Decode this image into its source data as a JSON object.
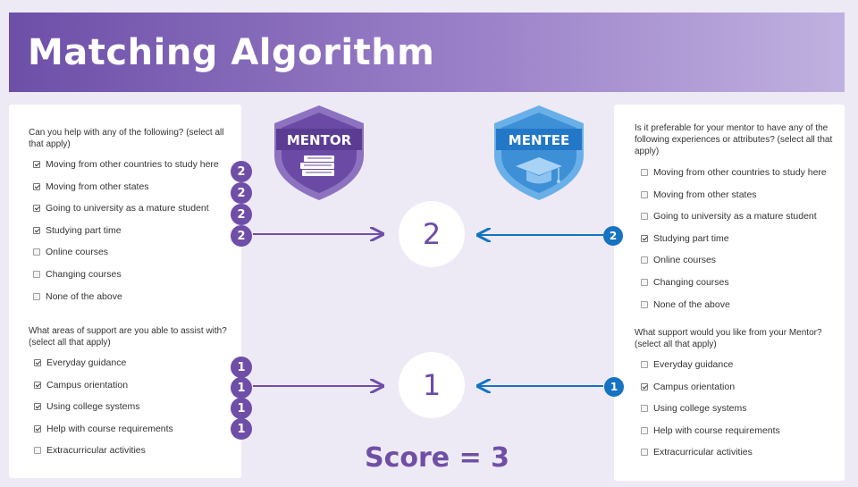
{
  "title": "Matching Algorithm",
  "colors": {
    "purple": "#6f4ea8",
    "blue": "#1573c1"
  },
  "mentor": {
    "badge_label": "MENTOR",
    "badge_icon": "books-icon",
    "q1": "Can you help with any of the following? (select all that apply)",
    "q1_options": [
      {
        "label": "Moving from other countries to study here",
        "checked": true,
        "score": "2"
      },
      {
        "label": "Moving from other states",
        "checked": true,
        "score": "2"
      },
      {
        "label": "Going to university as a mature student",
        "checked": true,
        "score": "2"
      },
      {
        "label": "Studying part time",
        "checked": true,
        "score": "2"
      },
      {
        "label": "Online courses",
        "checked": false
      },
      {
        "label": "Changing courses",
        "checked": false
      },
      {
        "label": "None of the above",
        "checked": false
      }
    ],
    "q2": "What areas of support are you able to assist with? (select all that apply)",
    "q2_options": [
      {
        "label": "Everyday guidance",
        "checked": true,
        "score": "1"
      },
      {
        "label": "Campus orientation",
        "checked": true,
        "score": "1"
      },
      {
        "label": "Using college systems",
        "checked": true,
        "score": "1"
      },
      {
        "label": "Help with course requirements",
        "checked": true,
        "score": "1"
      },
      {
        "label": "Extracurricular activities",
        "checked": false
      }
    ]
  },
  "mentee": {
    "badge_label": "MENTEE",
    "badge_icon": "graduation-cap-icon",
    "q1": "Is it preferable for your mentor to have any of the following experiences or attributes? (select all that apply)",
    "q1_options": [
      {
        "label": "Moving from other countries to study here",
        "checked": false
      },
      {
        "label": "Moving from other states",
        "checked": false
      },
      {
        "label": "Going to university as a mature student",
        "checked": false
      },
      {
        "label": "Studying part time",
        "checked": true,
        "score": "2"
      },
      {
        "label": "Online courses",
        "checked": false
      },
      {
        "label": "Changing courses",
        "checked": false
      },
      {
        "label": "None of the above",
        "checked": false
      }
    ],
    "q2": "What support would you like from your Mentor? (select all that apply)",
    "q2_options": [
      {
        "label": "Everyday guidance",
        "checked": false
      },
      {
        "label": "Campus orientation",
        "checked": true,
        "score": "1"
      },
      {
        "label": "Using college systems",
        "checked": false
      },
      {
        "label": "Help with course requirements",
        "checked": false
      },
      {
        "label": "Extracurricular activities",
        "checked": false
      }
    ]
  },
  "matches": [
    {
      "value": "2"
    },
    {
      "value": "1"
    }
  ],
  "score_text": "Score = 3"
}
